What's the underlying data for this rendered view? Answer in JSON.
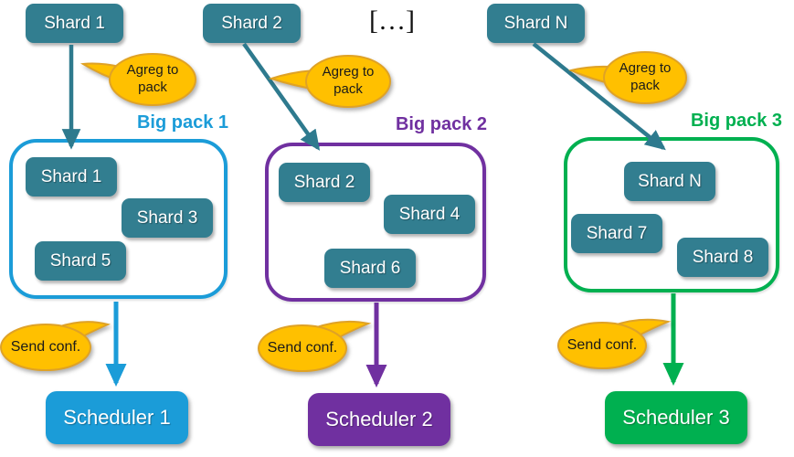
{
  "ellipsis": "[…]",
  "colors": {
    "shard_teal": "#327E90",
    "pack1_blue": "#1B9CD8",
    "pack2_purple": "#7030A0",
    "pack3_green": "#00B050",
    "callout_fill": "#FFC000",
    "callout_border": "#DFA226"
  },
  "columns": [
    {
      "source_shard": "Shard 1",
      "agreg_bubble": "Agreg to pack",
      "pack": {
        "title": "Big pack 1",
        "shards": [
          "Shard 1",
          "Shard 3",
          "Shard 5"
        ]
      },
      "send_bubble": "Send conf.",
      "scheduler": "Scheduler 1"
    },
    {
      "source_shard": "Shard 2",
      "agreg_bubble": "Agreg to pack",
      "pack": {
        "title": "Big pack 2",
        "shards": [
          "Shard 2",
          "Shard 4",
          "Shard 6"
        ]
      },
      "send_bubble": "Send conf.",
      "scheduler": "Scheduler 2"
    },
    {
      "source_shard": "Shard N",
      "agreg_bubble": "Agreg to pack",
      "pack": {
        "title": "Big pack 3",
        "shards": [
          "Shard N",
          "Shard 7",
          "Shard 8"
        ]
      },
      "send_bubble": "Send conf.",
      "scheduler": "Scheduler 3"
    }
  ]
}
